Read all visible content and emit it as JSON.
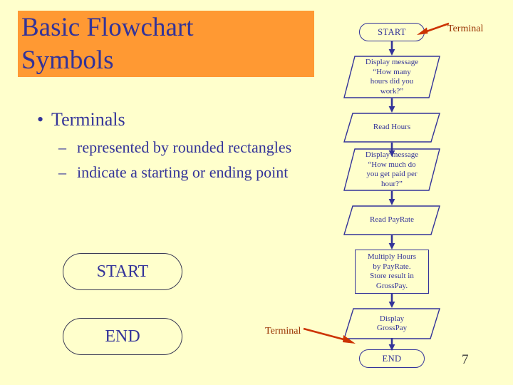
{
  "slide": {
    "background_color": "#FFFFCC",
    "title": "Basic Flowchart\nSymbols",
    "title_band_color": "#FF9933",
    "title_text_color": "#333399",
    "page_number": "7"
  },
  "bullets": {
    "level1": "Terminals",
    "bullet_glyph": "•",
    "dash_glyph": "–",
    "level2": [
      "represented by rounded rectangles",
      "indicate a starting or ending point"
    ]
  },
  "samples": [
    {
      "name": "start",
      "label": "START"
    },
    {
      "name": "end",
      "label": "END"
    }
  ],
  "flowchart": {
    "shape_color": "#333399",
    "arrow_color": "#333399",
    "nodes": [
      {
        "id": "start",
        "type": "terminal",
        "label": "START"
      },
      {
        "id": "msg-hours",
        "type": "io",
        "label": "Display message\n“How many\nhours did you\nwork?”"
      },
      {
        "id": "read-hours",
        "type": "io",
        "label": "Read Hours"
      },
      {
        "id": "msg-payrate",
        "type": "io",
        "label": "Display message\n“How much do\nyou get paid per\nhour?”"
      },
      {
        "id": "read-payrate",
        "type": "io",
        "label": "Read PayRate"
      },
      {
        "id": "multiply",
        "type": "process",
        "label": "Multiply Hours\nby PayRate.\nStore result in\nGrossPay."
      },
      {
        "id": "display-gp",
        "type": "io",
        "label": "Display\nGrossPay"
      },
      {
        "id": "end",
        "type": "terminal",
        "label": "END"
      }
    ]
  },
  "callouts": {
    "color": "#993300",
    "top": {
      "label": "Terminal",
      "points_to": "start"
    },
    "bottom": {
      "label": "Terminal",
      "points_to": "end"
    }
  }
}
